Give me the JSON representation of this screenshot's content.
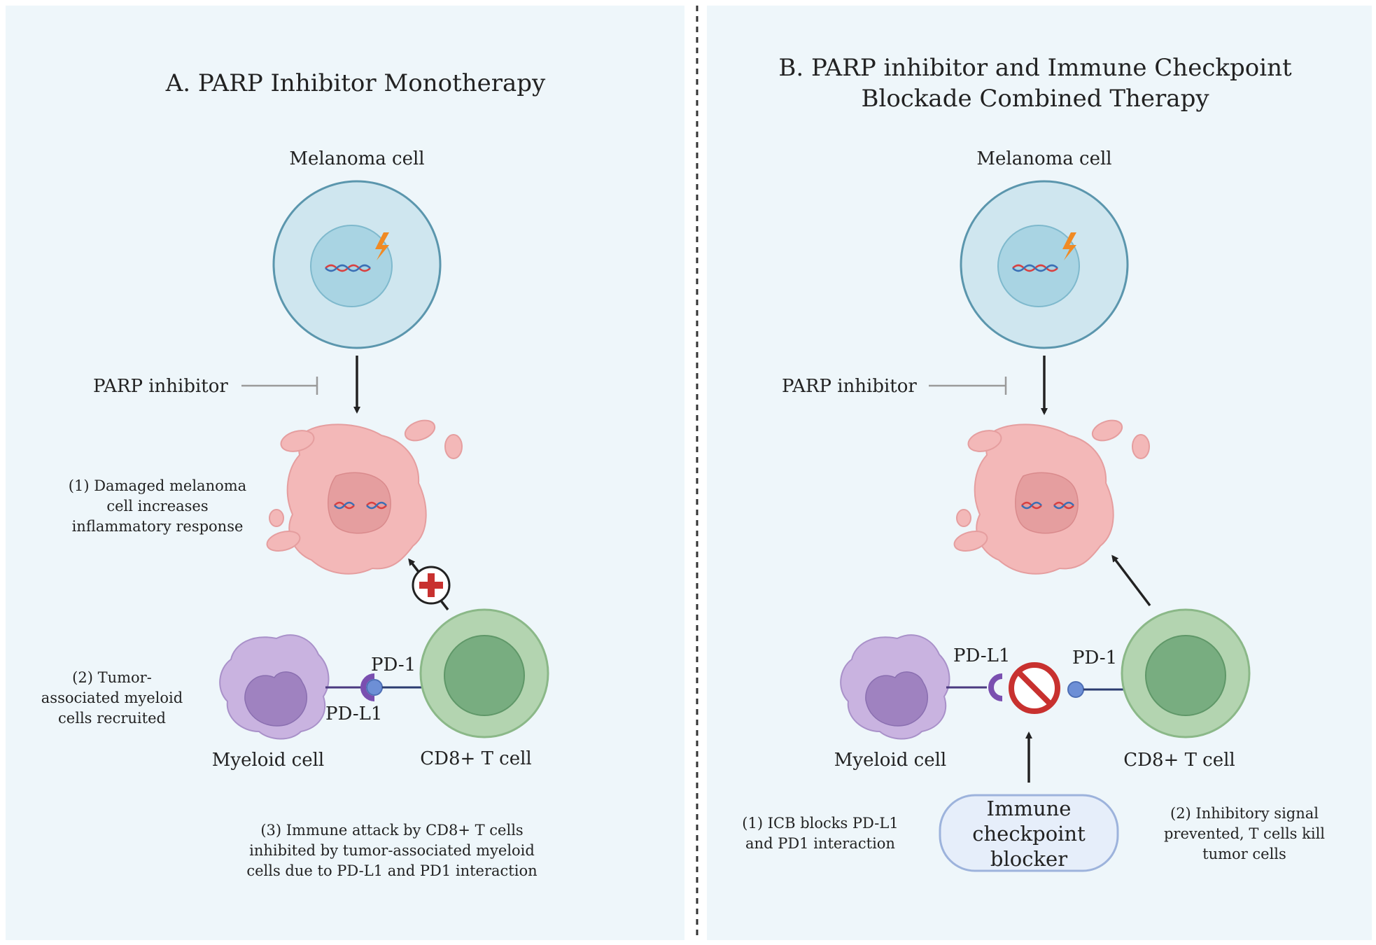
{
  "panel_a": {
    "title": "A. PARP Inhibitor Monotherapy",
    "melanoma_label": "Melanoma cell",
    "parp_label": "PARP inhibitor",
    "step1": [
      "(1) Damaged melanoma",
      "cell increases",
      "inflammatory response"
    ],
    "step2": [
      "(2) Tumor-",
      "associated myeloid",
      "cells recruited"
    ],
    "step3": [
      "(3) Immune attack by CD8+ T cells",
      "inhibited by tumor-associated myeloid",
      "cells due to PD-L1 and PD1 interaction"
    ],
    "pd1_label": "PD-1",
    "pdl1_label": "PD-L1",
    "myeloid_label": "Myeloid cell",
    "tcell_label": "CD8+ T cell"
  },
  "panel_b": {
    "title_line1": "B. PARP inhibitor and Immune Checkpoint",
    "title_line2": "Blockade Combined Therapy",
    "melanoma_label": "Melanoma cell",
    "parp_label": "PARP inhibitor",
    "pdl1_label": "PD-L1",
    "pd1_label": "PD-1",
    "myeloid_label": "Myeloid cell",
    "tcell_label": "CD8+ T cell",
    "blocker": [
      "Immune",
      "checkpoint",
      "blocker"
    ],
    "step1": [
      "(1) ICB blocks PD-L1",
      "and PD1 interaction"
    ],
    "step2": [
      "(2) Inhibitory signal",
      "prevented, T cells kill",
      "tumor cells"
    ]
  },
  "colors": {
    "panel_background": "#eef6fa",
    "cell_outer": "#cfe6ef",
    "cell_border": "#5b96ad",
    "nucleus": "#a9d4e3",
    "damaged_cell": "#f3b8b8",
    "damaged_nucleus": "#e59e9f",
    "myeloid": "#c9b3e0",
    "myeloid_nucleus": "#9f82c0",
    "tcell_outer": "#b3d4b0",
    "tcell_nucleus": "#78ad80",
    "block_sign": "#c8312f",
    "lightning": "#f08a24"
  }
}
